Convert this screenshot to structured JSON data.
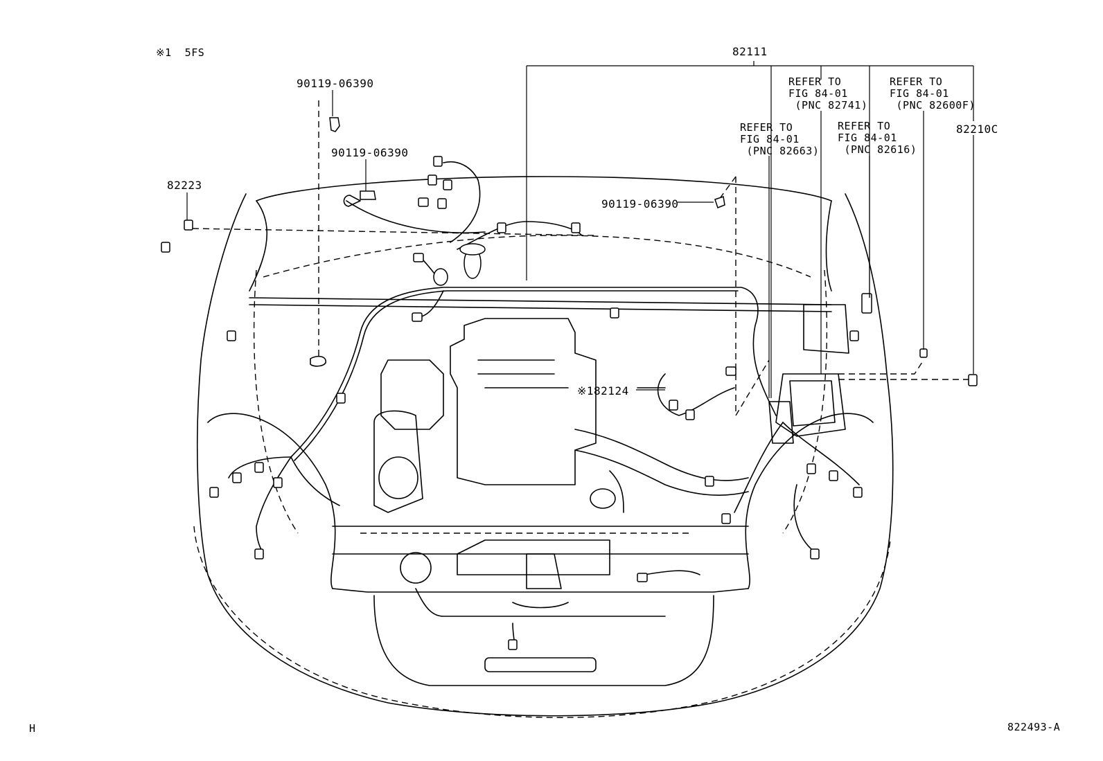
{
  "labels": {
    "variant_note": "※1  5FS",
    "part_82111": "82111",
    "bolt_1": "90119-06390",
    "bolt_2": "90119-06390",
    "bolt_3": "90119-06390",
    "part_82223": "82223",
    "part_82210c": "82210C",
    "part_82124": "※182124",
    "ref_82663": "REFER TO\nFIG 84-01\n (PNC 82663)",
    "ref_82741": "REFER TO\nFIG 84-01\n (PNC 82741)",
    "ref_82616": "REFER TO\nFIG 84-01\n (PNC 82616)",
    "ref_82600f": "REFER TO\nFIG 84-01\n (PNC 82600F)",
    "corner_code": "H",
    "illustration_number": "822493-A"
  }
}
